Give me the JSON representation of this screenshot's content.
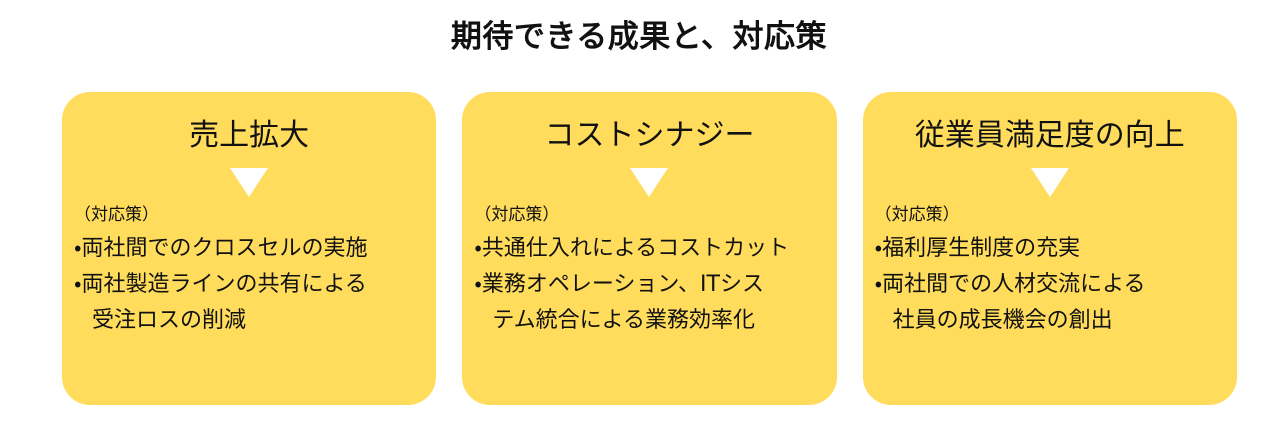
{
  "slide": {
    "title": "期待できる成果と、対応策",
    "accent_color": "#ffdc5c",
    "text_color": "#111111",
    "arrow_color": "#ffffff",
    "background_color": "#ffffff"
  },
  "cards": [
    {
      "header": "売上拡大",
      "arrow": "down-triangle",
      "measures_label": "（対応策）",
      "measures": [
        {
          "bullet": "・",
          "text": "両社間でのクロスセルの実施",
          "continuation": ""
        },
        {
          "bullet": "・",
          "text": "両社製造ラインの共有による",
          "continuation": "受注ロスの削減"
        }
      ]
    },
    {
      "header": "コストシナジー",
      "arrow": "down-triangle",
      "measures_label": "（対応策）",
      "measures": [
        {
          "bullet": "・",
          "text": "共通仕入れによるコストカット",
          "continuation": ""
        },
        {
          "bullet": "・",
          "text": "業務オペレーション、ITシス",
          "continuation": "テム統合による業務効率化"
        }
      ]
    },
    {
      "header": "従業員満足度の向上",
      "arrow": "down-triangle",
      "measures_label": "（対応策）",
      "measures": [
        {
          "bullet": "・",
          "text": "福利厚生制度の充実",
          "continuation": ""
        },
        {
          "bullet": "・",
          "text": "両社間での人材交流による",
          "continuation": "社員の成長機会の創出"
        }
      ]
    }
  ]
}
